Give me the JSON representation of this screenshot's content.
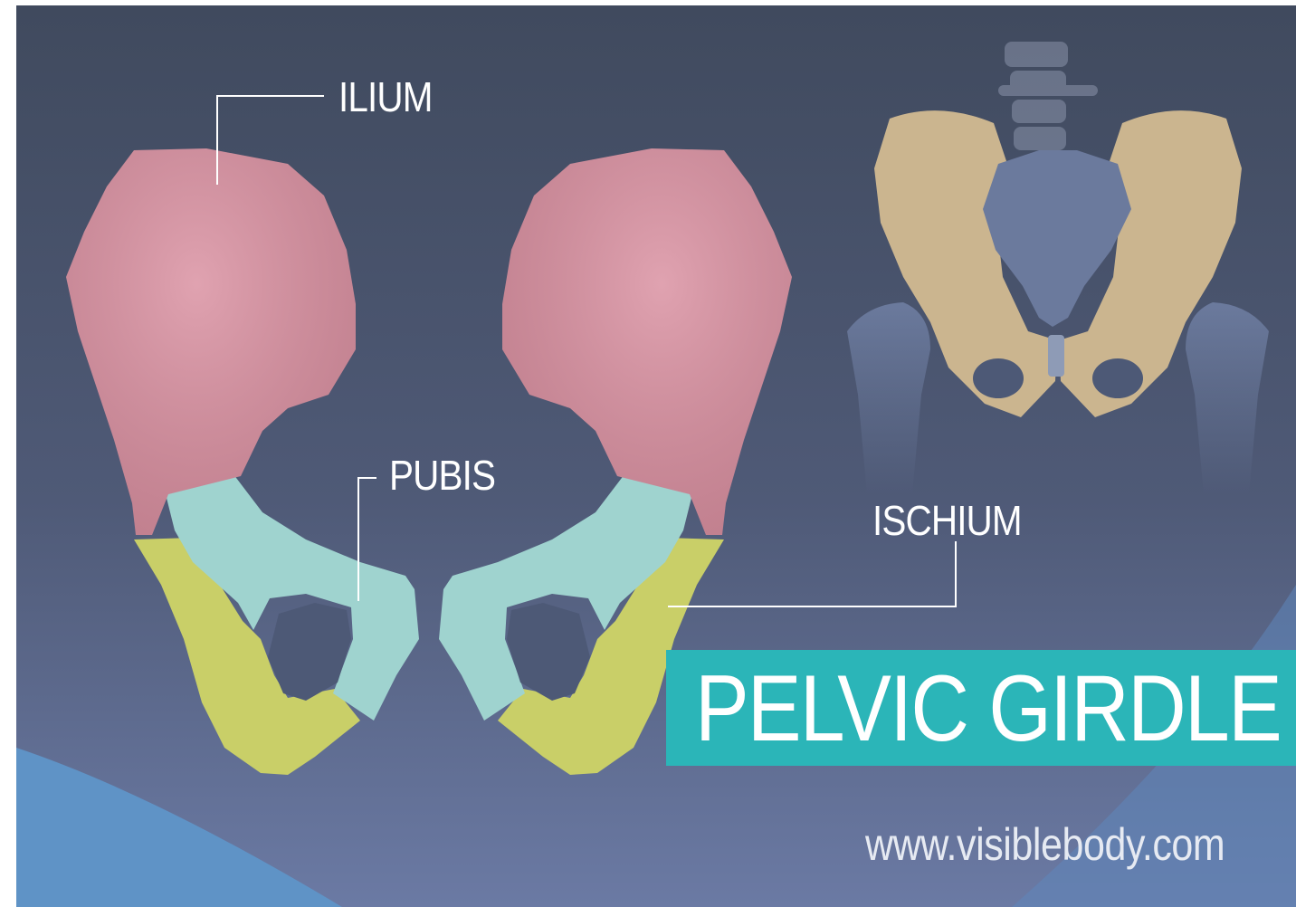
{
  "title": "PELVIC GIRDLE",
  "labels": {
    "ilium": "ILIUM",
    "pubis": "PUBIS",
    "ischium": "ISCHIUM"
  },
  "credit": "www.visiblebody.com",
  "colors": {
    "background_top": "#414b5f",
    "background_bottom": "#6777a0",
    "ilium": "#d98e9f",
    "pubis": "#9fd3cf",
    "ischium": "#c9cf68",
    "banner": "#2bb5b8",
    "arc_accent": "#5f93c6",
    "pelvis_bone": "#cbb58f",
    "sacrum_femur": "#6b7a9d"
  }
}
